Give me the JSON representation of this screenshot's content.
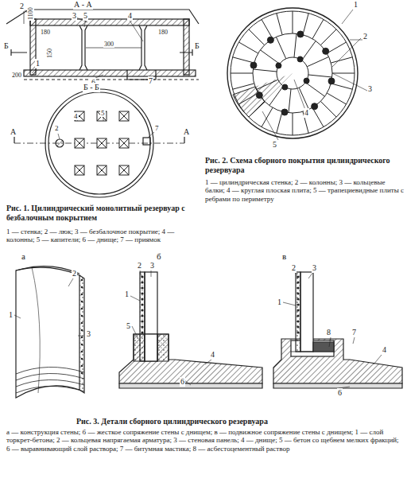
{
  "diagram": {
    "labels": [
      "А - А",
      "2",
      "1100",
      "3",
      "5",
      "4",
      "180",
      "150",
      "300",
      "180",
      "Б",
      "Б",
      "1",
      "200",
      "6",
      "7",
      "Б - Б",
      "2",
      "4",
      "5",
      "7",
      "А",
      "А",
      "Рис. 1. Цилиндрический монолитный резервуар с безбалочным покрытием",
      "1 — стенка; 2 — люк; 3 — безбалочное покрытие; 4 — колонны; 5 — капители; 6 — днище; 7 — приямок",
      "1",
      "2",
      "3",
      "4",
      "5",
      "Рис. 2. Схема сборного покрытия цилиндрического резервуара",
      "1 — цилиндрическая стенка; 2 — колонны; 3 — кольцевые балки; 4 — круглая плоская плита; 5 — трапециевидные плиты с ребрами по периметру",
      "а",
      "2",
      "1",
      "3",
      "б",
      "2",
      "3",
      "1",
      "5",
      "4",
      "6",
      "в",
      "2",
      "3",
      "1",
      "8",
      "7",
      "4",
      "6",
      "Рис. 3. Детали сборного цилиндрического резервуара",
      "а — конструкция стены; б — жесткое сопряжение стены с днищем; в — подвижное сопряжение стены с днищем; 1 — слой торкрет-бетона; 2 — кольцевая напрягаемая арматура; 3 — стеновая панель; 4 — днище; 5 — бетон со щебнем мелких фракций; 6 — выравнивающий слой раствора; 7 — битумная мастика; 8 — асбестоцементный раствор"
    ]
  }
}
